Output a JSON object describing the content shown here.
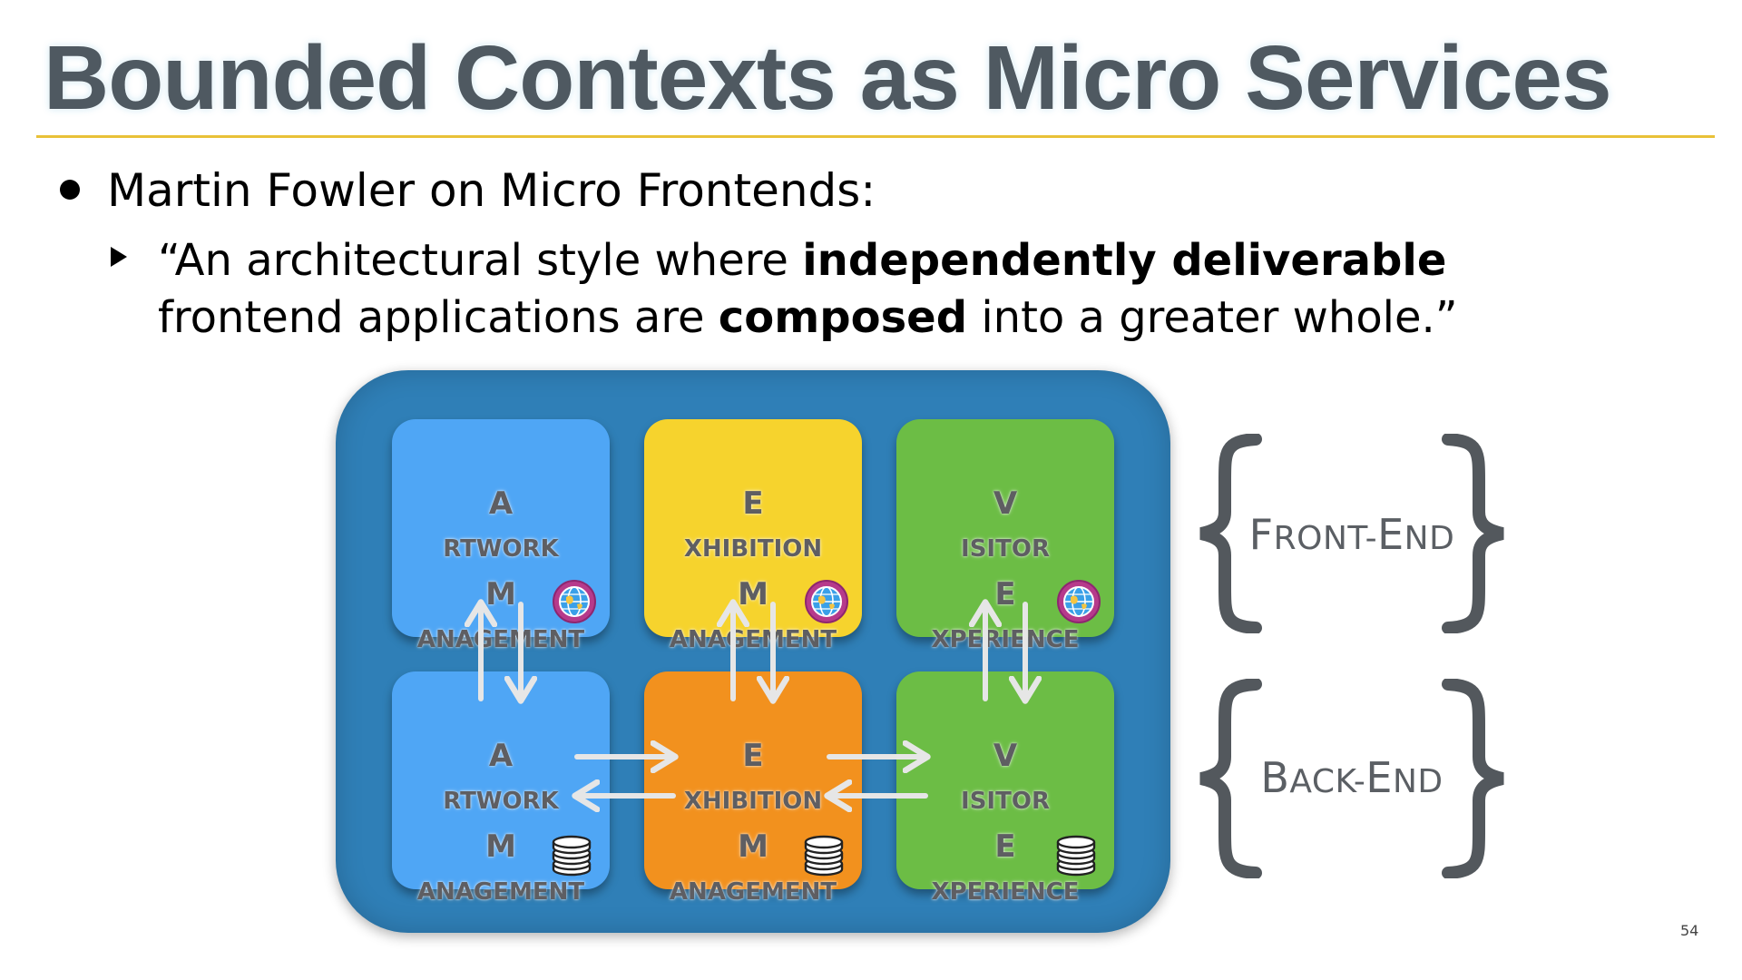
{
  "slide": {
    "title": "Bounded Contexts as Micro Services",
    "bullet": "Martin Fowler on Micro Frontends:",
    "quote": {
      "line1_a": "“An architectural style where ",
      "line1_b": "independently deliverable",
      "line2_a": "frontend applications are ",
      "line2_b": "composed",
      "line2_c": " into a greater whole.”"
    },
    "page_number": "54"
  },
  "diagram": {
    "frontend_tiles": [
      {
        "line1": "Artwork",
        "line2": "Management",
        "color": "#4fa6f5",
        "icon": "globe-icon"
      },
      {
        "line1": "Exhibition",
        "line2": "Management",
        "color": "#f6d32d",
        "icon": "globe-icon"
      },
      {
        "line1": "Visitor",
        "line2": "Experience",
        "color": "#6cbd45",
        "icon": "globe-icon"
      }
    ],
    "backend_tiles": [
      {
        "line1": "Artwork",
        "line2": "Management",
        "color": "#4fa6f5",
        "icon": "database-icon"
      },
      {
        "line1": "Exhibition",
        "line2": "Management",
        "color": "#f2911e",
        "icon": "database-icon"
      },
      {
        "line1": "Visitor",
        "line2": "Experience",
        "color": "#6cbd45",
        "icon": "database-icon"
      }
    ],
    "braces": {
      "frontend_label": "Front-end",
      "backend_label": "Back-end"
    },
    "colors": {
      "container": "#2f7fb7",
      "arrow": "#e6e6e6",
      "brace": "#53585d",
      "title": "#4f5961",
      "rule": "#e9c138"
    }
  }
}
